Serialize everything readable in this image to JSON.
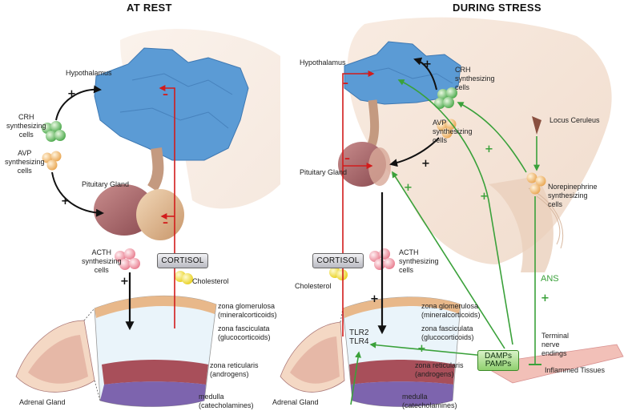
{
  "panels": {
    "rest_title": "AT REST",
    "stress_title": "DURING STRESS"
  },
  "rest": {
    "hypothalamus": "Hypothalamus",
    "crh_cells": "CRH\nsynthesizing\ncells",
    "avp_cells": "AVP\nsynthesizing\ncells",
    "pituitary": "Pituitary Gland",
    "acth_cells": "ACTH\nsynthesizing\ncells",
    "cortisol": "CORTISOL",
    "cholesterol": "Cholesterol",
    "zona_glomerulosa": "zona glomerulosa\n(mineralcorticoids)",
    "zona_fasciculata": "zona fasciculata\n(glucocorticoids)",
    "zona_reticularis": "zona reticularis\n(androgens)",
    "medulla": "medulla\n(catecholamines)",
    "adrenal": "Adrenal Gland"
  },
  "stress": {
    "hypothalamus": "Hypothalamus",
    "crh_cells": "CRH\nsynthesizing\ncells",
    "avp_cells": "AVP\nsynthesizing\ncells",
    "locus": "Locus Ceruleus",
    "norepi": "Norepinephrine\nsynthesizing\ncells",
    "pituitary": "Pituitary Gland",
    "acth_cells": "ACTH\nsynthesizing\ncells",
    "cortisol": "CORTISOL",
    "cholesterol": "Cholesterol",
    "ans": "ANS",
    "tlr2": "TLR2",
    "tlr4": "TLR4",
    "zona_glomerulosa": "zona glomerulosa\n(mineralcorticoids)",
    "zona_fasciculata": "zona fasciculata\n(glucocorticoids)",
    "zona_reticularis": "zona reticularis\n(androgens)",
    "medulla": "medulla\n(catecholamines)",
    "adrenal": "Adrenal Gland",
    "terminal": "Terminal\nnerve\nendings",
    "damps": "DAMPs",
    "pamps": "PAMPs",
    "inflamed": "Inflammed Tissues"
  },
  "signs": {
    "plus": "+",
    "minus": "–"
  },
  "colors": {
    "hypothalamus": "#5b9bd5",
    "stimulation_arrow": "#111111",
    "feedback_arrow": "#d21c1c",
    "immune_arrow": "#3aa13a",
    "crh_cells": "#5cb85c",
    "avp_cells": "#f0b060",
    "acth_cells": "#f08a9a",
    "cholesterol": "#f5e23a"
  }
}
